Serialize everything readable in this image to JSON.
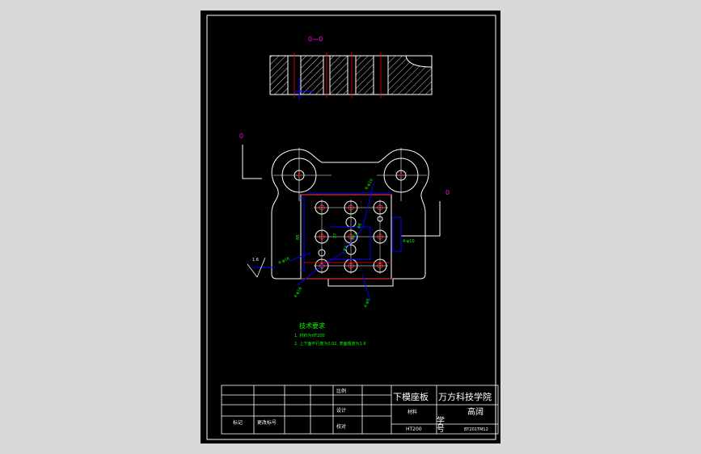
{
  "colors": {
    "background": "#d8d8d8",
    "sheet": "#000000",
    "outline": "#ffffff",
    "dimension": "#0000ff",
    "dimension_text": "#00ff00",
    "center_line": "#ff0000",
    "datum": "#ff00ff",
    "notes": "#00ff00"
  },
  "section_view": {
    "label": "0—0"
  },
  "plan_view": {
    "label_left": "0",
    "label_right": "0",
    "dims": {
      "d1": "6-φ19",
      "d2": "φ6",
      "d3": "37",
      "d4": "φ7",
      "d5": "φ12",
      "d6": "4-φ10",
      "d7": "4-φ16",
      "d8": "4-φ6",
      "d9": "4-φ16",
      "d10": "88",
      "d11": "1.6"
    }
  },
  "notes": {
    "title": "技术要求",
    "line1": "1. 材料为HT200",
    "line2": "2. 上下面平行度为0.02, 表面粗度为1.6"
  },
  "title_block": {
    "label_scale": "比例",
    "label_design": "设计",
    "label_check": "校对",
    "label_mark": "标记",
    "label_change": "更改标号",
    "part_name": "下模座板",
    "material_label": "材料",
    "material": "HT200",
    "company": "万方科技学院",
    "designer": "高阔",
    "drawing_no_label": "学号",
    "drawing_no": "BT201TM12"
  }
}
